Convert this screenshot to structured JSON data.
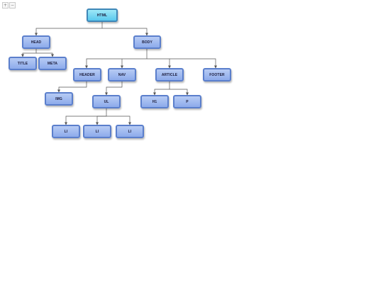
{
  "toolbar": {
    "zoom_in_label": "+",
    "zoom_out_label": "−"
  },
  "diagram": {
    "colors": {
      "node_fill": "#9fb9f0",
      "node_border": "#5b7fcc",
      "root_fill": "#7fd8f3",
      "root_border": "#3f87b8",
      "connector": "#555555"
    },
    "nodes": {
      "html": "HTML",
      "head": "HEAD",
      "body": "BODY",
      "title": "TITLE",
      "meta": "META",
      "header": "HEADER",
      "nav": "NAV",
      "article": "ARTICLE",
      "footer": "FOOTER",
      "img": "IMG",
      "ul": "UL",
      "h1": "H1",
      "p": "P",
      "li_1": "LI",
      "li_2": "LI",
      "li_3": "LI"
    }
  }
}
